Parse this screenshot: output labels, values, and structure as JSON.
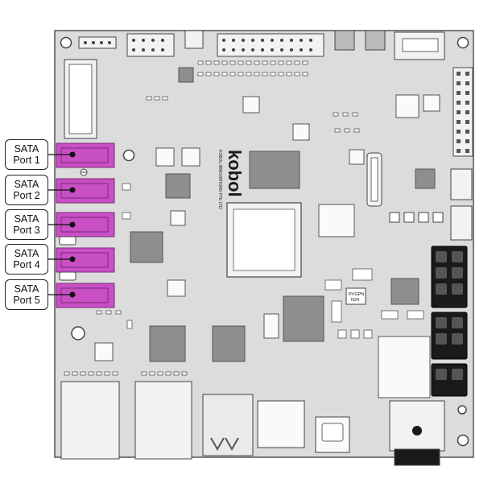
{
  "board": {
    "brand": "kobol",
    "brand_subtitle": "KOBOL INNOVATIONS PTE LTD",
    "chip_label_1": "PVGPN",
    "chip_label_2": "N24"
  },
  "sata_ports": [
    {
      "line1": "SATA",
      "line2": "Port 1"
    },
    {
      "line1": "SATA",
      "line2": "Port 2"
    },
    {
      "line1": "SATA",
      "line2": "Port 3"
    },
    {
      "line1": "SATA",
      "line2": "Port 4"
    },
    {
      "line1": "SATA",
      "line2": "Port 5"
    }
  ],
  "colors": {
    "board": "#dcdcdc",
    "sata_highlight": "#c84fc4",
    "chip": "#8e8e8e",
    "connector": "#f2f2f2",
    "black": "#1a1a1a"
  }
}
